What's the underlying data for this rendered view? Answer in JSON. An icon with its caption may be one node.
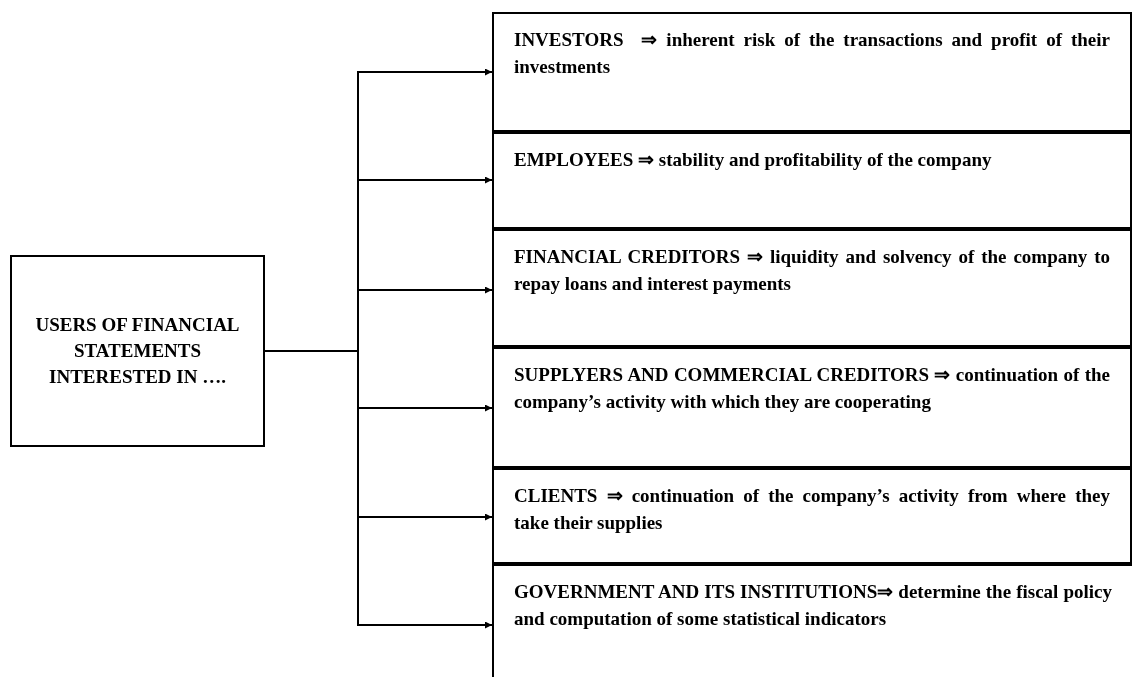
{
  "diagram": {
    "nodes": [
      {
        "text": [
          "USERS OF FINANCIAL STATEMENTS INTERESTED IN …."
        ]
      },
      {
        "text": [
          "INVESTORS  ⇒ inherent risk of the transactions and profit of their investments"
        ]
      },
      {
        "text": [
          "EMPLOYEES ⇒ stability and profitability of the company"
        ]
      },
      {
        "text": [
          "FINANCIAL CREDITORS ⇒ liquidity and solvency of the company to repay loans and interest payments"
        ]
      },
      {
        "text": [
          "SUPPLYERS AND COMMERCIAL CREDITORS ⇒ continuation of the company’s activity with which they are cooperating"
        ]
      },
      {
        "text": [
          "CLIENTS ⇒ continuation of the company’s activity from where they take their supplies"
        ]
      },
      {
        "text": [
          "GOVERNMENT AND ITS INSTITUTIONS⇒ determine the fiscal policy and computation of some statistical indicators"
        ]
      }
    ],
    "edges": [
      {
        "from": 0,
        "to": 1,
        "arrow": "to"
      },
      {
        "from": 0,
        "to": 2,
        "arrow": "to"
      },
      {
        "from": 0,
        "to": 3,
        "arrow": "to"
      },
      {
        "from": 0,
        "to": 4,
        "arrow": "to"
      },
      {
        "from": 0,
        "to": 5,
        "arrow": "to"
      },
      {
        "from": 0,
        "to": 6,
        "arrow": "to"
      }
    ]
  }
}
